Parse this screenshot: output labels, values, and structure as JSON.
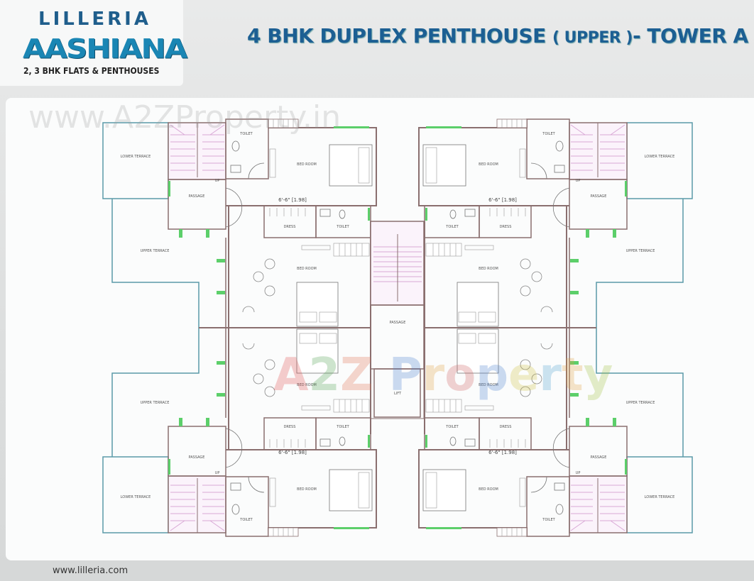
{
  "brand": {
    "logo_top": "LILLERIA",
    "logo_main": "AASHIANA",
    "logo_sub": "2, 3 BHK FLATS & PENTHOUSES"
  },
  "title": {
    "main": "4 BHK DUPLEX PENTHOUSE",
    "qualifier": "( UPPER )",
    "tower": "- TOWER A"
  },
  "watermarks": {
    "url": "www.A2ZProperty.in",
    "logo": "A2Z Property"
  },
  "footer": {
    "url": "www.lilleria.com"
  },
  "colors": {
    "title": "#1c5f93",
    "wall": "#8a6f6f",
    "terrace_wall": "#5a9aa8",
    "stair": "#d9a8d6",
    "window": "#5ccf6a"
  },
  "plan": {
    "rooms": {
      "lower_terrace": "LOWER TERRACE",
      "upper_terrace": "UPPER TERRACE",
      "passage": "PASSAGE",
      "toilet": "TOILET",
      "bedroom": "BED ROOM",
      "dress": "DRESS",
      "central_passage": "PASSAGE",
      "lift": "LIFT"
    },
    "dimension": "6'-6\" [1.98]",
    "up_mark": "UP"
  }
}
